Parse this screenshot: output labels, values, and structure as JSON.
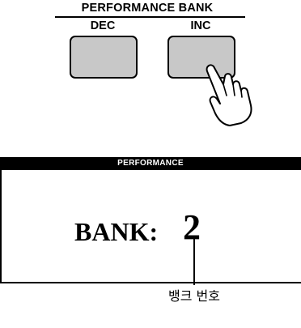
{
  "panel": {
    "group_label": "PERFORMANCE BANK",
    "dec_label": "DEC",
    "inc_label": "INC"
  },
  "display": {
    "title": "PERFORMANCE",
    "bank_label": "BANK:",
    "bank_number": "2"
  },
  "annotation": {
    "caption": "뱅크 번호"
  },
  "icons": {
    "hand": "pointing-hand-icon"
  },
  "colors": {
    "button_fill": "#c8c8c8",
    "display_bar": "#000000",
    "background": "#ffffff"
  }
}
